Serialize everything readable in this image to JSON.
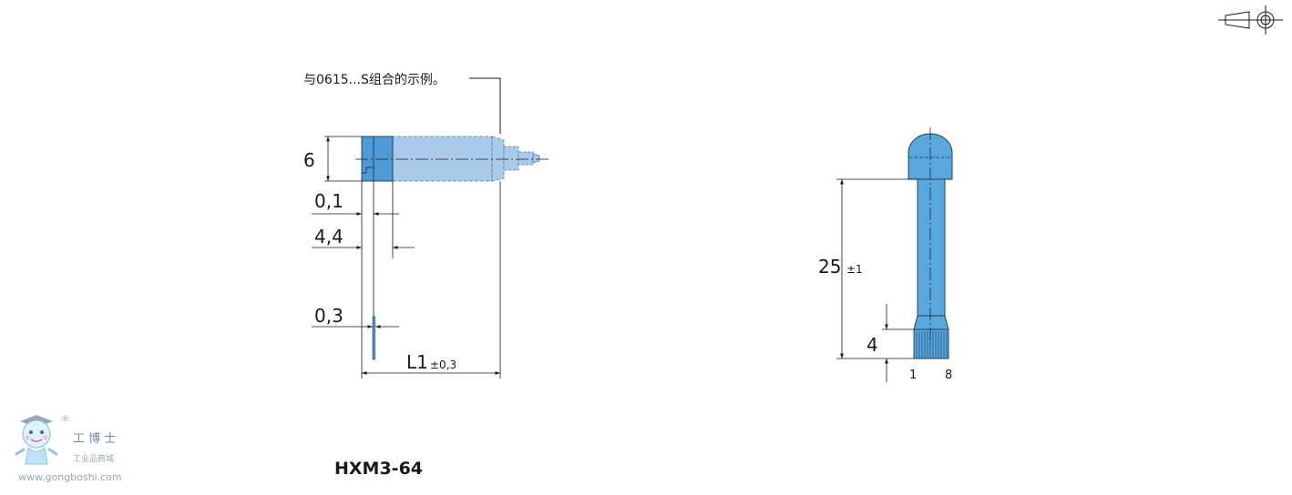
{
  "drawing": {
    "callout_note": "与0615...S组合的示例。",
    "model_name": "HXM3-64",
    "left_view": {
      "height_dim": "6",
      "dim_01": "0,1",
      "dim_44": "4,4",
      "dim_03": "0,3",
      "length_label": "L1",
      "length_tol": "±0,3"
    },
    "right_view": {
      "length_dim": "25",
      "length_tol": "±1",
      "pin_dim": "4",
      "pin_first": "1",
      "pin_last": "8"
    }
  },
  "watermark": {
    "brand": "工 博 士",
    "reg_mark": "®",
    "tagline": "工业品商城",
    "url": "www.gongboshi.com"
  },
  "colors": {
    "dark_blue": "#4d9ad7",
    "light_blue": "#a9cbe9",
    "connector_blue": "#58a8dd",
    "line": "#1a1a1a"
  }
}
